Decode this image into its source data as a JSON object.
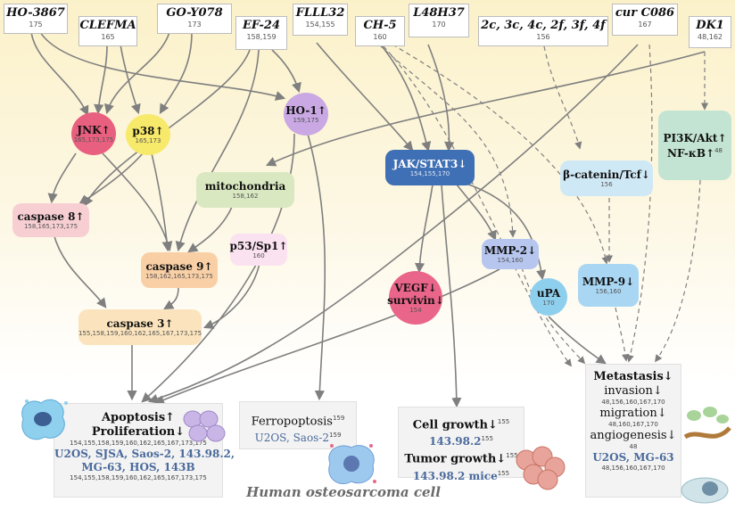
{
  "colors": {
    "line": "#7f7f7f",
    "accent_blue": "#4a6a9c"
  },
  "drugs": [
    {
      "id": "ho3867",
      "name": "HO-3867",
      "ref": "175"
    },
    {
      "id": "clefma",
      "name": "CLEFMA",
      "ref": "165"
    },
    {
      "id": "goy078",
      "name": "GO-Y078",
      "ref": "173"
    },
    {
      "id": "ef24",
      "name": "EF-24",
      "ref": "158,159"
    },
    {
      "id": "flll32",
      "name": "FLLL32",
      "ref": "154,155"
    },
    {
      "id": "ch5",
      "name": "CH-5",
      "ref": "160"
    },
    {
      "id": "l48h37",
      "name": "L48H37",
      "ref": "170"
    },
    {
      "id": "analogs",
      "name": "2c, 3c, 4c, 2f, 3f, 4f",
      "ref": "156"
    },
    {
      "id": "curc086",
      "name": "cur C086",
      "ref": "167"
    },
    {
      "id": "dk1",
      "name": "DK1",
      "ref": "48,162"
    }
  ],
  "nodes": {
    "jnk": {
      "label": "JNK↑",
      "ref": "165,173,175"
    },
    "p38": {
      "label": "p38↑",
      "ref": "165,173"
    },
    "ho1": {
      "label": "HO-1↑",
      "ref": "159,175"
    },
    "mito": {
      "label": "mitochondria",
      "ref": "158,162"
    },
    "casp8": {
      "label": "caspase 8↑",
      "ref": "158,165,173,175"
    },
    "casp9": {
      "label": "caspase 9↑",
      "ref": "158,162,165,173,175"
    },
    "p53": {
      "label": "p53/Sp1↑",
      "ref": "160"
    },
    "casp3": {
      "label": "caspase 3↑",
      "ref": "155,158,159,160,162,165,167,173,175"
    },
    "jak": {
      "label": "JAK/STAT3↓",
      "ref": "154,155,170"
    },
    "mmp2": {
      "label": "MMP-2↓",
      "ref": "154,160"
    },
    "vegf": {
      "label1": "VEGF↓",
      "label2": "survivin↓",
      "ref": "154"
    },
    "upa": {
      "label": "uPA",
      "ref": "170"
    },
    "bcat": {
      "label": "β-catenin/Tcf↓",
      "ref": "156"
    },
    "mmp9": {
      "label": "MMP-9↓",
      "ref": "156,160"
    },
    "pi3k": {
      "label1": "PI3K/Akt↑",
      "label2": "NF-κB↑",
      "ref": "48"
    }
  },
  "outcomes": {
    "apoptosis": {
      "line1": "Apoptosis↑",
      "line2": "Proliferation↓",
      "ref1": "154,155,158,159,160,162,165,167,173,175",
      "cells1": "U2OS, SJSA, Saos-2, 143.98.2,",
      "cells2": "MG-63, HOS, 143B",
      "ref2": "154,155,158,159,160,162,165,167,173,175"
    },
    "ferro": {
      "title": "Ferropoptosis",
      "title_ref": "159",
      "cells": "U2OS, Saos-2",
      "cells_ref": "159"
    },
    "growth": {
      "title1": "Cell growth↓",
      "ref1": "155",
      "cells1": "143.98.2",
      "cref1": "155",
      "title2": "Tumor growth↓",
      "ref2": "155",
      "cells2": "143.98.2 mice",
      "cref2": "155"
    },
    "metastasis": {
      "title": "Metastasis↓",
      "inv": "invasion↓",
      "inv_ref": "48,156,160,167,170",
      "mig": "migration↓",
      "mig_ref": "48,160,167,170",
      "ang": "angiogenesis↓",
      "ang_ref": "48",
      "cells": "U2OS, MG-63",
      "cells_ref": "48,156,160,167,170"
    }
  },
  "caption": "Human osteosarcoma cell"
}
